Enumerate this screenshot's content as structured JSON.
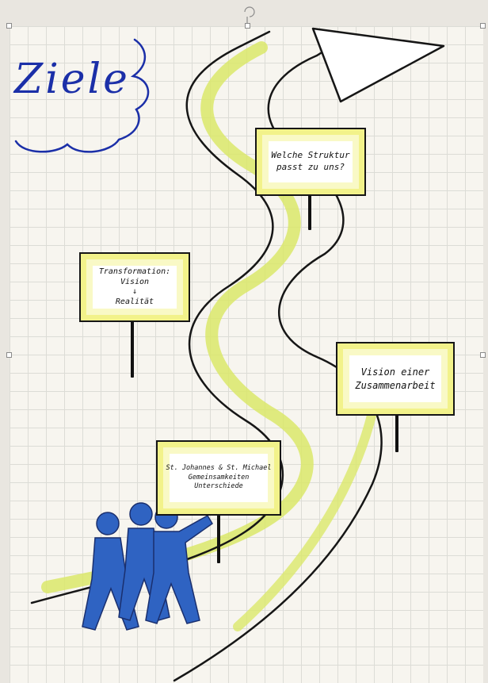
{
  "title": "Ziele",
  "signs": [
    {
      "id": "structure",
      "lines": [
        "Welche Struktur",
        "passt zu uns?"
      ]
    },
    {
      "id": "transformation",
      "lines": [
        "Transformation:",
        "Vision",
        "↓",
        "Realität"
      ]
    },
    {
      "id": "vision",
      "lines": [
        "Vision einer",
        "Zusammenarbeit"
      ]
    },
    {
      "id": "parishes",
      "lines": [
        "St. Johannes & St. Michael",
        "Gemeinsamkeiten",
        "Unterschiede"
      ]
    }
  ],
  "colors": {
    "path_highlight": "#dbe86a",
    "sign_fill": "#f2f28a",
    "title_ink": "#1b2fa8",
    "figures": "#2f63c2",
    "outline": "#161616"
  },
  "icons": [
    "arrow-head-icon",
    "cloud-outline-icon",
    "person-figures-icon",
    "rotate-handle-icon"
  ]
}
